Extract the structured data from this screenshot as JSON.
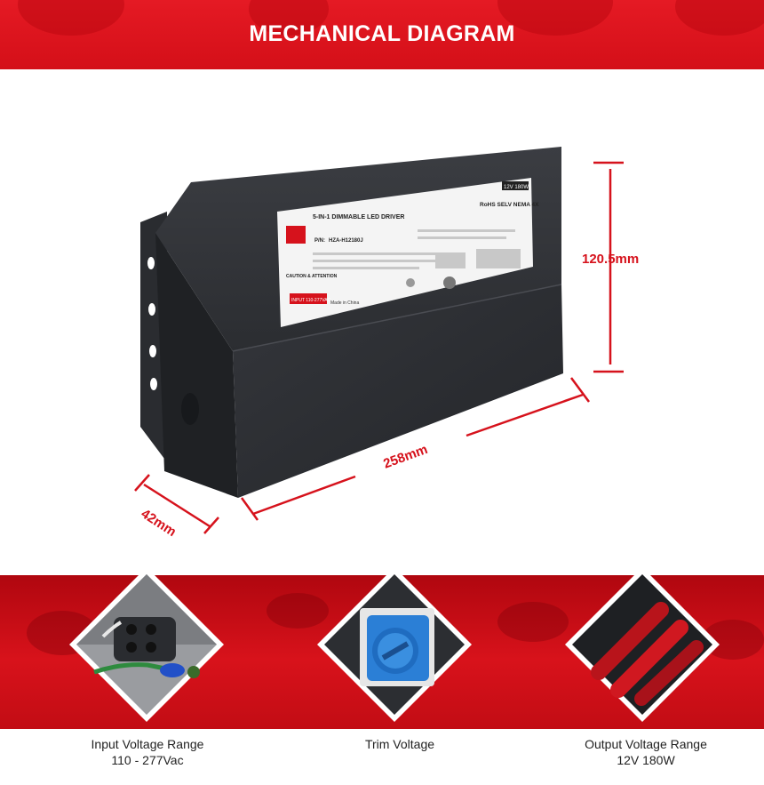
{
  "header": {
    "title": "MECHANICAL DIAGRAM"
  },
  "dimensions": {
    "height": "120.5mm",
    "length": "258mm",
    "depth": "42mm"
  },
  "product_label": {
    "title": "5-IN-1 DIMMABLE LED DRIVER",
    "part_number_prefix": "P/N:",
    "part_number": "HZA-H12180J",
    "badge": "12V 180W",
    "certs": "RoHS  SELV  NEMA 4X",
    "caution": "CAUTION & ATTENTION",
    "input_box": "INPUT 110-277VAC",
    "made_in": "Made in China"
  },
  "features": [
    {
      "line1": "Input Voltage Range",
      "line2": "110 - 277Vac"
    },
    {
      "line1": "Trim Voltage",
      "line2": ""
    },
    {
      "line1": "Output Voltage Range",
      "line2": "12V  180W"
    }
  ],
  "colors": {
    "accent": "#d6121c",
    "banner": "#e51a24",
    "device": "#2c2e32"
  }
}
